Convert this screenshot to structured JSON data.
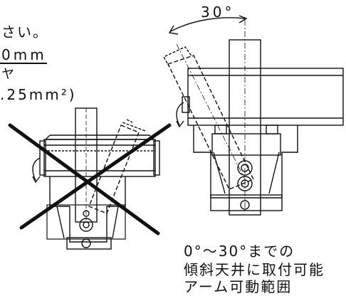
{
  "partial_text": {
    "line1": "さい。",
    "line2": "0mm",
    "line3": "ヤ",
    "line4": ".25mm²)"
  },
  "angle_label": "30°",
  "caption": {
    "line1": "0°～30°までの",
    "line2": "傾斜天井に取付可能",
    "line3": "アーム可動範囲"
  }
}
